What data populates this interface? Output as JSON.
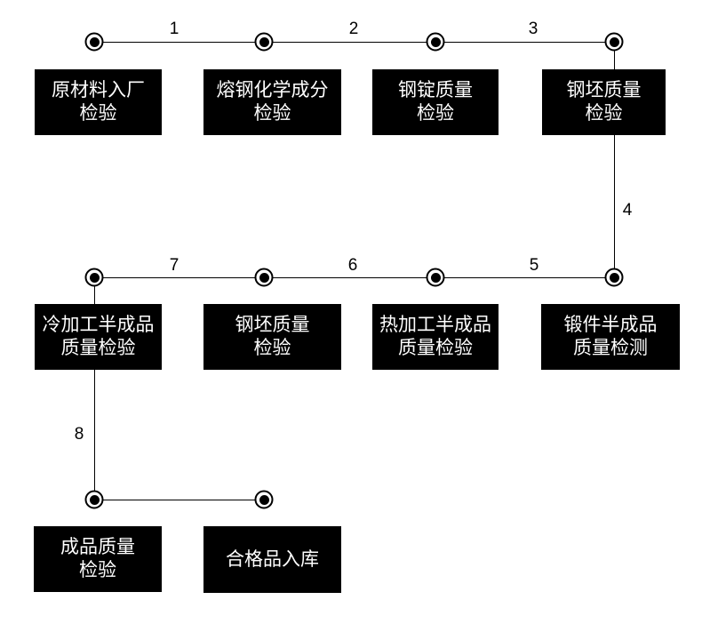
{
  "diagram": {
    "type": "process-flow",
    "colors": {
      "background": "#ffffff",
      "box_fill": "#000000",
      "box_text": "#ffffff",
      "line": "#000000",
      "node_outer": "#ffffff",
      "node_inner": "#000000"
    },
    "boxes": [
      {
        "text": "原材料入厂\n检验"
      },
      {
        "text": "熔钢化学成分\n检验"
      },
      {
        "text": "钢锭质量\n检验"
      },
      {
        "text": "钢坯质量\n检验"
      },
      {
        "text": "冷加工半成品\n质量检验"
      },
      {
        "text": "钢坯质量\n检验"
      },
      {
        "text": "热加工半成品\n质量检验"
      },
      {
        "text": "锻件半成品\n质量检测"
      },
      {
        "text": "成品质量\n检验"
      },
      {
        "text": "合格品入库"
      }
    ],
    "edge_labels": [
      "1",
      "2",
      "3",
      "4",
      "5",
      "6",
      "7",
      "8"
    ]
  }
}
